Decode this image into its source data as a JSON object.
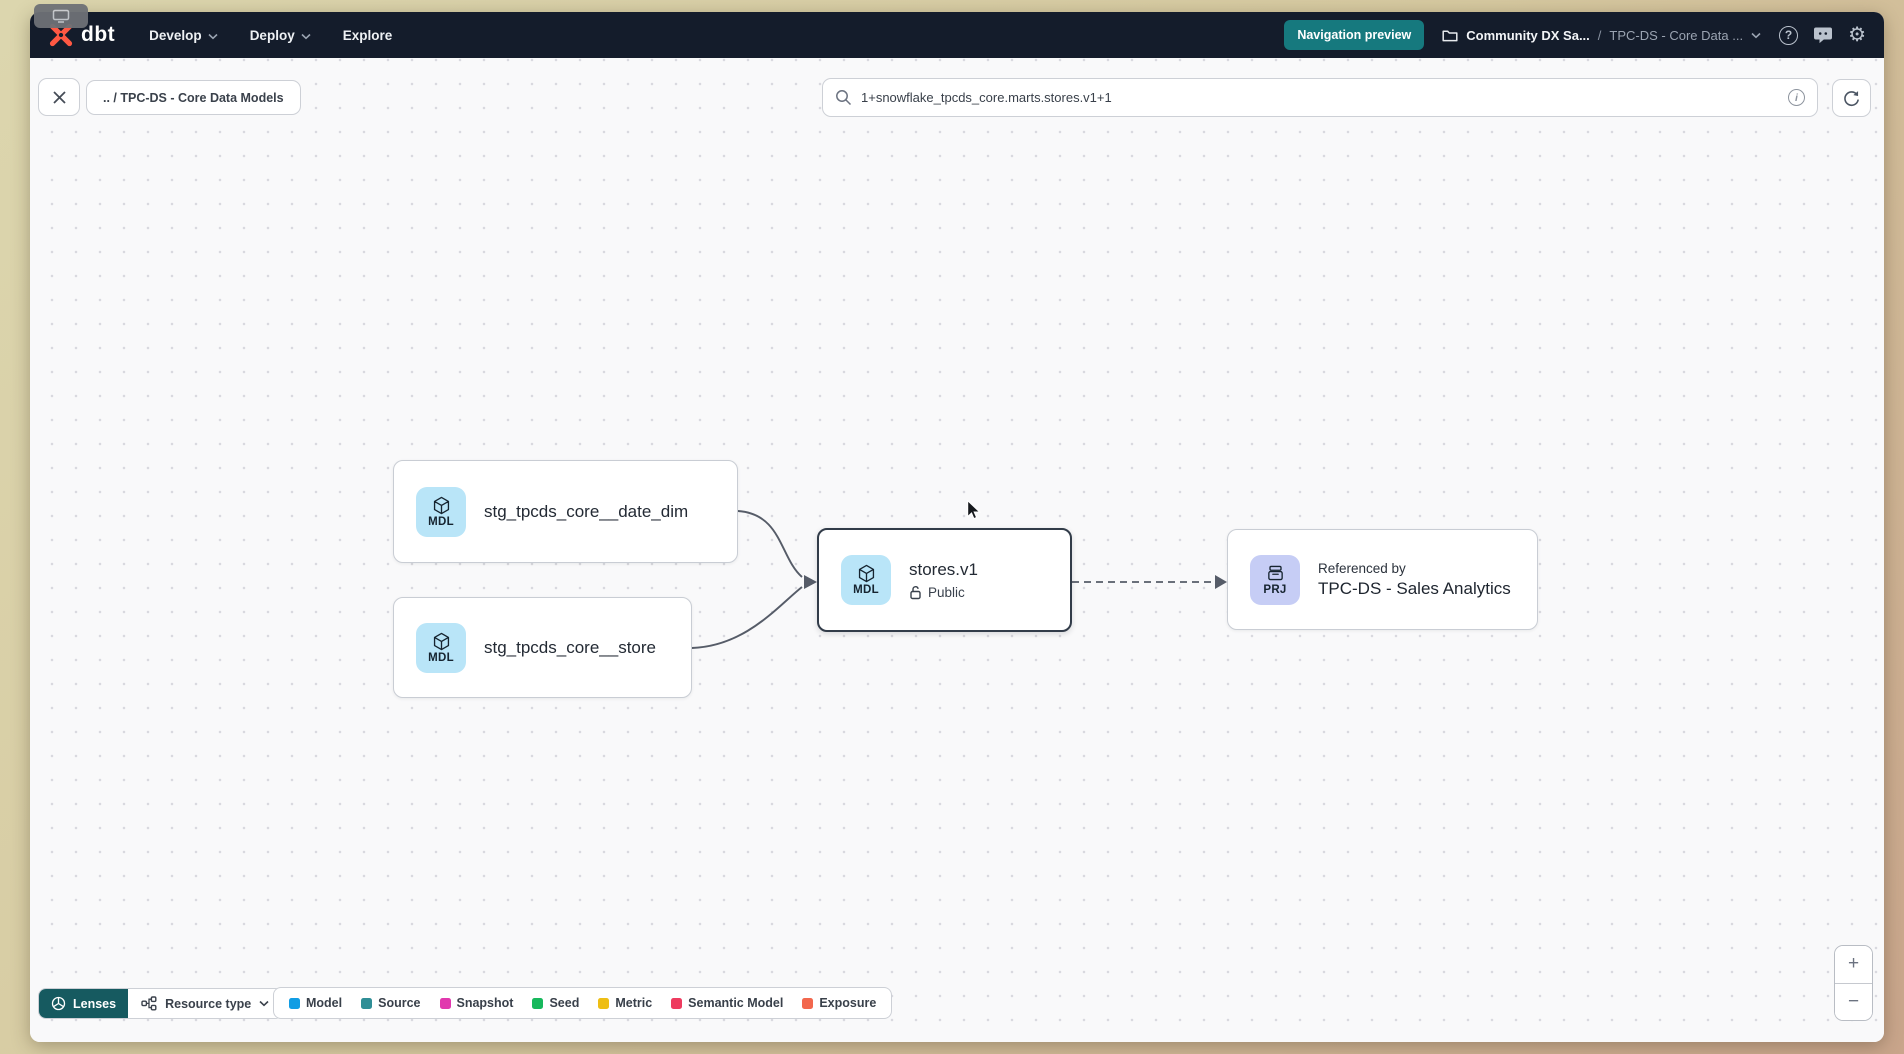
{
  "topnav": {
    "logo_text": "dbt",
    "menus": [
      {
        "label": "Develop"
      },
      {
        "label": "Deploy"
      },
      {
        "label": "Explore"
      }
    ],
    "preview_badge": "Navigation preview",
    "breadcrumb": {
      "project": "Community DX Sa...",
      "separator": "/",
      "page": "TPC-DS - Core Data ..."
    },
    "icons": {
      "help_glyph": "?",
      "gear_glyph": "⚙"
    }
  },
  "toolbar": {
    "breadcrumb_chip": ".. / TPC-DS - Core Data Models",
    "search_value": "1+snowflake_tpcds_core.marts.stores.v1+1",
    "info_glyph": "i"
  },
  "graph": {
    "nodes": [
      {
        "badge": "MDL",
        "title": "stg_tpcds_core__date_dim"
      },
      {
        "badge": "MDL",
        "title": "stg_tpcds_core__store"
      },
      {
        "badge": "MDL",
        "title": "stores.v1",
        "access": "Public"
      },
      {
        "badge": "PRJ",
        "ref_label": "Referenced by",
        "title": "TPC-DS - Sales Analytics"
      }
    ]
  },
  "footer": {
    "lenses_label": "Lenses",
    "resource_type_label": "Resource type",
    "legend": [
      {
        "label": "Model",
        "color": "#119de4"
      },
      {
        "label": "Source",
        "color": "#2f8e96"
      },
      {
        "label": "Snapshot",
        "color": "#e138ae"
      },
      {
        "label": "Seed",
        "color": "#17b85c"
      },
      {
        "label": "Metric",
        "color": "#eebe14"
      },
      {
        "label": "Semantic Model",
        "color": "#ee3b5f"
      },
      {
        "label": "Exposure",
        "color": "#f2674d"
      }
    ],
    "zoom_in": "+",
    "zoom_out": "−"
  }
}
